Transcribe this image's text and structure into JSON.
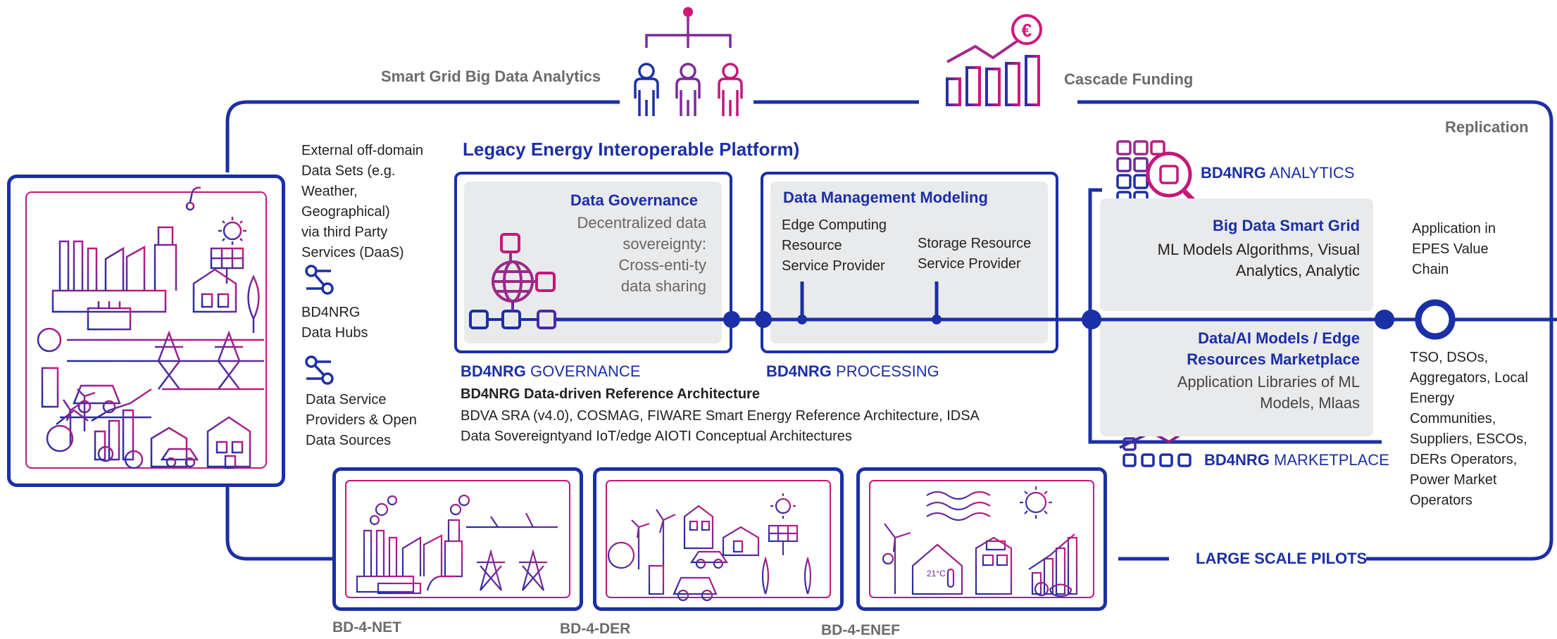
{
  "header": {
    "smart_grid": "Smart Grid Big Data Analytics",
    "cascade": "Cascade Funding",
    "replication": "Replication"
  },
  "platform_title": "Legacy Energy Interoperable Platform)",
  "external": {
    "datasets": [
      "External off-domain",
      "Data Sets (e.g.",
      "Weather,",
      "Geographical)",
      "via third Party",
      "Services (DaaS)"
    ],
    "hubs": [
      "BD4NRG",
      "Data Hubs"
    ],
    "providers": [
      "Data Service",
      "Providers & Open",
      "Data Sources"
    ]
  },
  "governance": {
    "title": "Data Governance",
    "desc": [
      "Decentralized data",
      "sovereignty:",
      "Cross-enti-ty",
      "data sharing"
    ],
    "label_bold": "BD4NRG",
    "label_rest": " GOVERNANCE"
  },
  "processing": {
    "title": "Data Management Modeling",
    "edge": [
      "Edge Computing",
      "Resource",
      "Service Provider"
    ],
    "storage": [
      "Storage Resource",
      "Service Provider"
    ],
    "label_bold": "BD4NRG",
    "label_rest": " PROCESSING"
  },
  "reference": {
    "title": "BD4NRG Data-driven Reference Architecture",
    "lines": [
      "BDVA SRA (v4.0), COSMAG, FIWARE Smart  Energy Reference Architecture, IDSA",
      "Data Sovereigntyand IoT/edge AIOTI Conceptual Architectures"
    ]
  },
  "analytics": {
    "label_bold": "BD4NRG",
    "label_rest": " ANALYTICS",
    "title": "Big Data Smart Grid",
    "desc": [
      "ML Models Algorithms, Visual",
      "Analytics, Analytic"
    ]
  },
  "marketplace": {
    "title": [
      "Data/AI Models / Edge",
      "Resources Marketplace"
    ],
    "desc": [
      "Application Libraries of ML",
      "Models, Mlaas"
    ],
    "label_bold": "BD4NRG",
    "label_rest": " MARKETPLACE"
  },
  "epes": [
    "Application in",
    "EPES Value",
    "Chain"
  ],
  "stakeholders": [
    "TSO, DSOs,",
    "Aggregators, Local",
    "Energy",
    "Communities,",
    "Suppliers, ESCOs,",
    "DERs Operators,",
    "Power Market",
    "Operators"
  ],
  "pilots": {
    "label": "LARGE SCALE PILOTS",
    "net": "BD-4-NET",
    "der": "BD-4-DER",
    "enef": "BD-4-ENEF"
  },
  "colors": {
    "blue": "#1b2fa6",
    "magenta": "#c4177a",
    "purple": "#6a2a9a",
    "panel": "#e9eaeb"
  },
  "icons": [
    "people-hierarchy-icon",
    "funding-chart-icon",
    "euro-icon",
    "hub-link-icon",
    "globe-network-icon",
    "analytics-grid-icon",
    "marketplace-growth-icon",
    "city-illustration",
    "pilot-net-illustration",
    "pilot-der-illustration",
    "pilot-enef-illustration"
  ]
}
